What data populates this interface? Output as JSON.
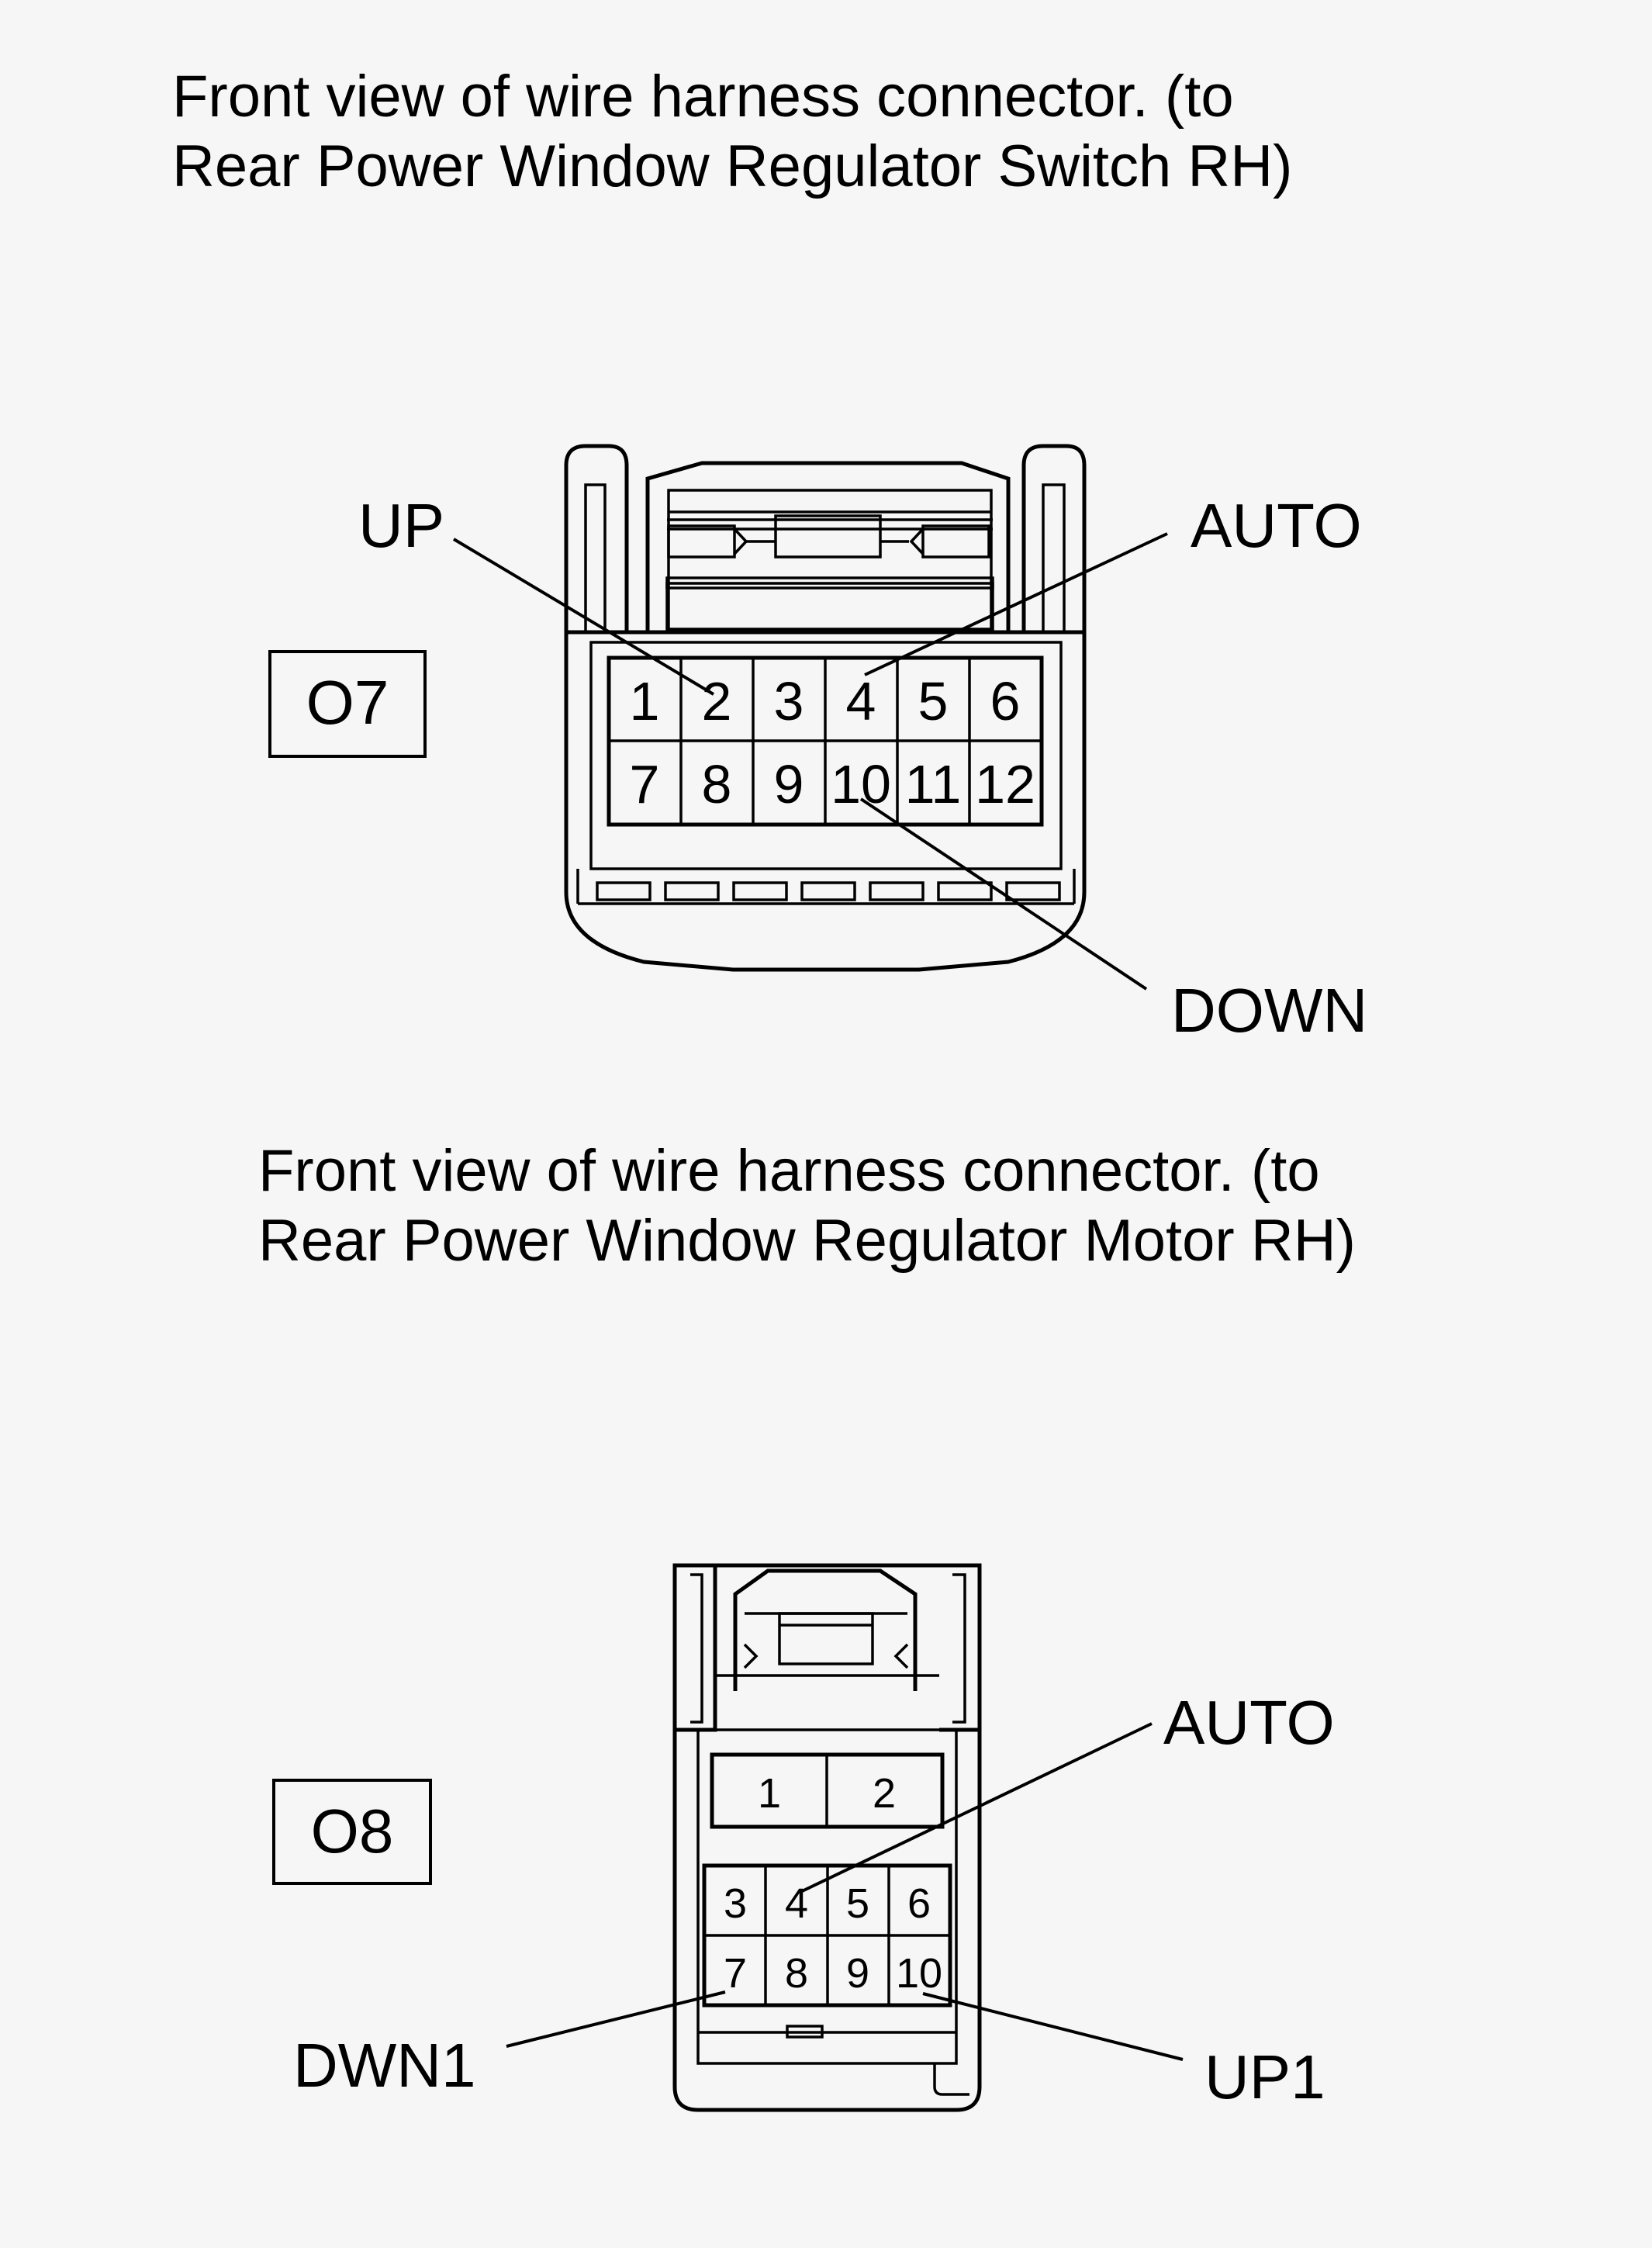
{
  "connector_o7": {
    "caption_line1": "Front view  of wire  harness connector. (to",
    "caption_line2": "Rear Power Window Regulator Switch RH)",
    "id_label": "O7",
    "pins_row1": [
      "1",
      "2",
      "3",
      "4",
      "5",
      "6"
    ],
    "pins_row2": [
      "7",
      "8",
      "9",
      "10",
      "11",
      "12"
    ],
    "callouts": {
      "up": "UP",
      "auto": "AUTO",
      "down": "DOWN"
    }
  },
  "connector_o8": {
    "caption_line1": "Front view  of wire  harness connector. (to",
    "caption_line2": "Rear Power Window Regulator Motor RH)",
    "id_label": "O8",
    "pins_top": [
      "1",
      "2"
    ],
    "pins_row1": [
      "3",
      "4",
      "5",
      "6"
    ],
    "pins_row2": [
      "7",
      "8",
      "9",
      "10"
    ],
    "callouts": {
      "auto": "AUTO",
      "dwn1": "DWN1",
      "up1": "UP1"
    }
  }
}
